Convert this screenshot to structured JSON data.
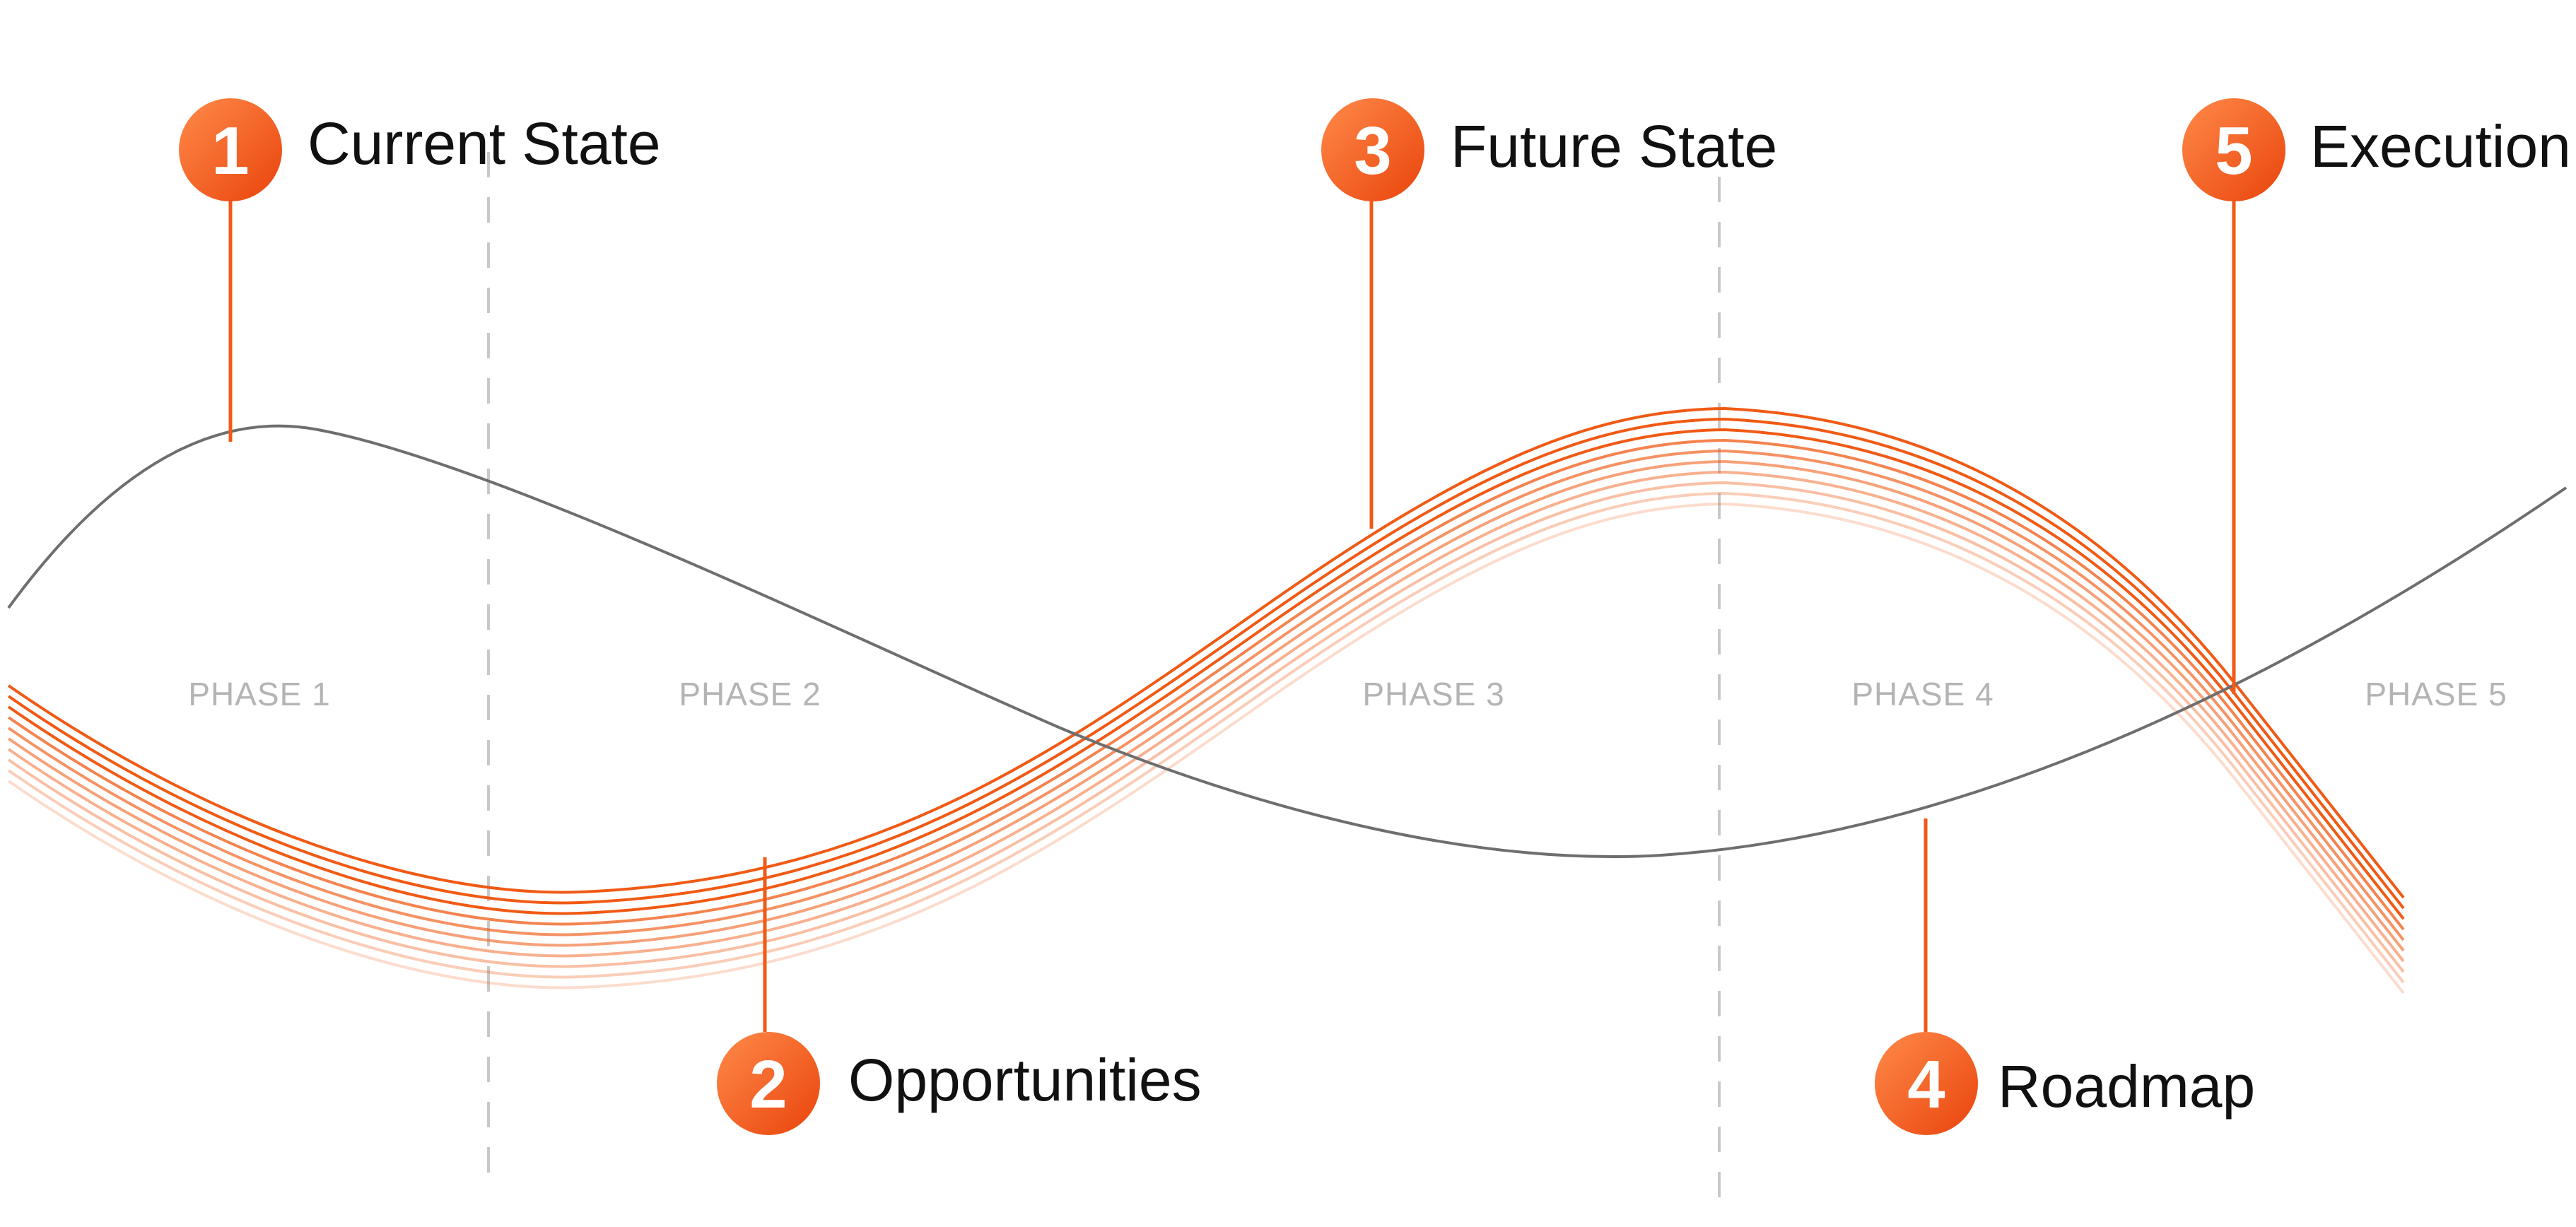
{
  "colors": {
    "accent": "#f05a14",
    "accent_light": "#ff8a4a",
    "accent_dark": "#e9440c",
    "gray_wave": "#6e6e6e",
    "divider": "#c8c8c8",
    "phase_text": "#b4b4b4",
    "title_text": "#111111",
    "number_text": "#ffffff"
  },
  "phases": [
    {
      "label": "PHASE 1"
    },
    {
      "label": "PHASE 2"
    },
    {
      "label": "PHASE 3"
    },
    {
      "label": "PHASE 4"
    },
    {
      "label": "PHASE 5"
    }
  ],
  "steps": [
    {
      "number": "1",
      "title": "Current State"
    },
    {
      "number": "2",
      "title": "Opportunities"
    },
    {
      "number": "3",
      "title": "Future State"
    },
    {
      "number": "4",
      "title": "Roadmap"
    },
    {
      "number": "5",
      "title": "Execution"
    }
  ]
}
